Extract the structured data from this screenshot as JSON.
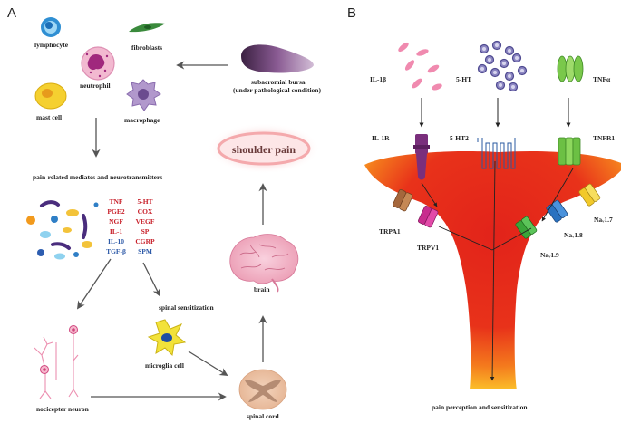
{
  "panels": {
    "a": "A",
    "b": "B"
  },
  "cells": {
    "lymphocyte": "lymphocyte",
    "fibroblasts": "fibroblasts",
    "neutrophil": "neutrophil",
    "mast_cell": "mast cell",
    "macrophage": "macrophage",
    "bursa_line1": "subacromial bursa",
    "bursa_line2": "(under pathological condition)"
  },
  "mediators_title": "pain-related mediates and neurotransmitters",
  "mediators_col1": [
    {
      "text": "TNF",
      "color": "red"
    },
    {
      "text": "PGE2",
      "color": "red"
    },
    {
      "text": "NGF",
      "color": "red"
    },
    {
      "text": "IL-1",
      "color": "red"
    },
    {
      "text": "IL-10",
      "color": "blue"
    },
    {
      "text": "TGF-β",
      "color": "blue"
    }
  ],
  "mediators_col2": [
    {
      "text": "5-HT",
      "color": "red"
    },
    {
      "text": "COX",
      "color": "red"
    },
    {
      "text": "VEGF",
      "color": "red"
    },
    {
      "text": "SP",
      "color": "red"
    },
    {
      "text": "CGRP",
      "color": "red"
    },
    {
      "text": "SPM",
      "color": "blue"
    }
  ],
  "shoulder_pain": "shoulder pain",
  "brain": "brain",
  "spinal_sensitization": "spinal sensitization",
  "microglia": "microglia cell",
  "nociceptor": "nocicepter neuron",
  "spinal_cord": "spinal cord",
  "panel_b": {
    "il1b": "IL-1β",
    "ht5": "5-HT",
    "tnfa": "TNFα",
    "il1r": "IL-1R",
    "ht2": "5-HT2",
    "tnfr1": "TNFR1",
    "trpa1": "TRPA1",
    "trpv1": "TRPV1",
    "nav17": "Naᵥ1.7",
    "nav18": "Naᵥ1.8",
    "nav19": "Naᵥ1.9",
    "bottom": "pain perception and sensitization"
  },
  "colors": {
    "red_text": "#c8202a",
    "blue_text": "#2e5aa8",
    "neuron_red": "#e2231a",
    "neuron_orange": "#f7a21b",
    "glow_pink": "#f4a9ac"
  }
}
